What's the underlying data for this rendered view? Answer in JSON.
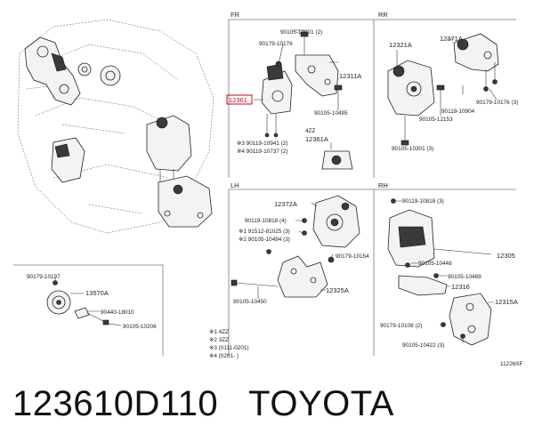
{
  "sections": {
    "fr": "FR",
    "rr": "RR",
    "lh": "LH",
    "rh": "RH"
  },
  "fr": {
    "labels": [
      "90105-10301 (2)",
      "90179-10176",
      "12311A",
      "12361",
      "90105-10495",
      "4ZZ",
      "12361A"
    ],
    "star3": "※3 90119-10941 (2)",
    "star4": "※4 90119-10737 (2)"
  },
  "rr": {
    "labels": [
      "12371A",
      "12321A",
      "90119-10904",
      "90179-10176 (3)",
      "90105-12153",
      "90105-10301 (3)"
    ]
  },
  "lh": {
    "labels": [
      "12372A",
      "90119-10818 (4)",
      "※1 91512-81025 (3)",
      "※2 90105-10494 (3)",
      "90179-10154",
      "12325A",
      "90105-10450"
    ]
  },
  "rh": {
    "labels": [
      "90119-10818 (3)",
      "12305",
      "90105-10448",
      "90105-10469",
      "12316",
      "12315A",
      "90179-10108 (2)",
      "90105-10422 (3)"
    ]
  },
  "pulley": {
    "labels": [
      "90179-10197",
      "13570A",
      "90440-18010",
      "90105-10206"
    ]
  },
  "notes": [
    "※1  4ZZ",
    "※2  3ZZ",
    "※3  (0111-0201)",
    "※4  (0201-        )"
  ],
  "figure_code": "11226SF",
  "caption": {
    "part_number": "123610D110",
    "brand": "TOYOTA"
  }
}
